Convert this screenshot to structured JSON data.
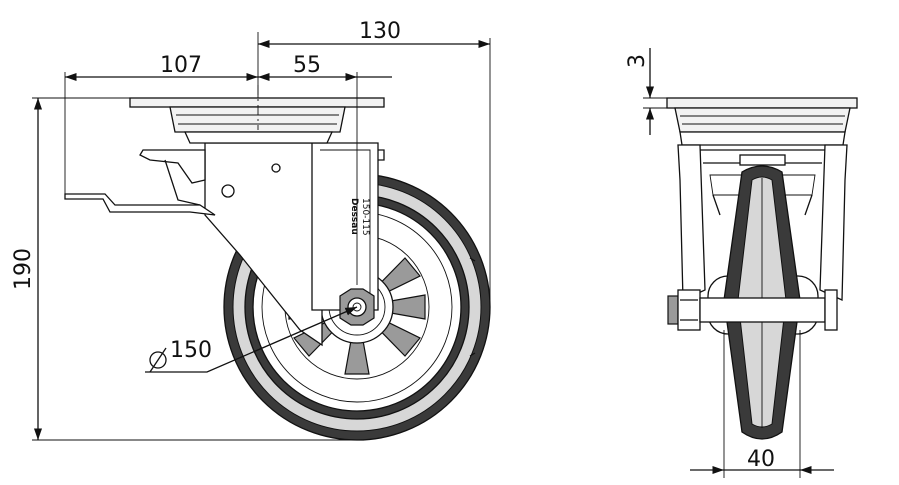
{
  "dimensions": {
    "overall_length": "130",
    "plate_offset": "107",
    "swivel_offset": "55",
    "height": "190",
    "plate_thickness": "3",
    "wheel_diameter": "150",
    "wheel_width": "40"
  },
  "wheel_marking": {
    "brand": "Dessau",
    "size": "150-115"
  }
}
